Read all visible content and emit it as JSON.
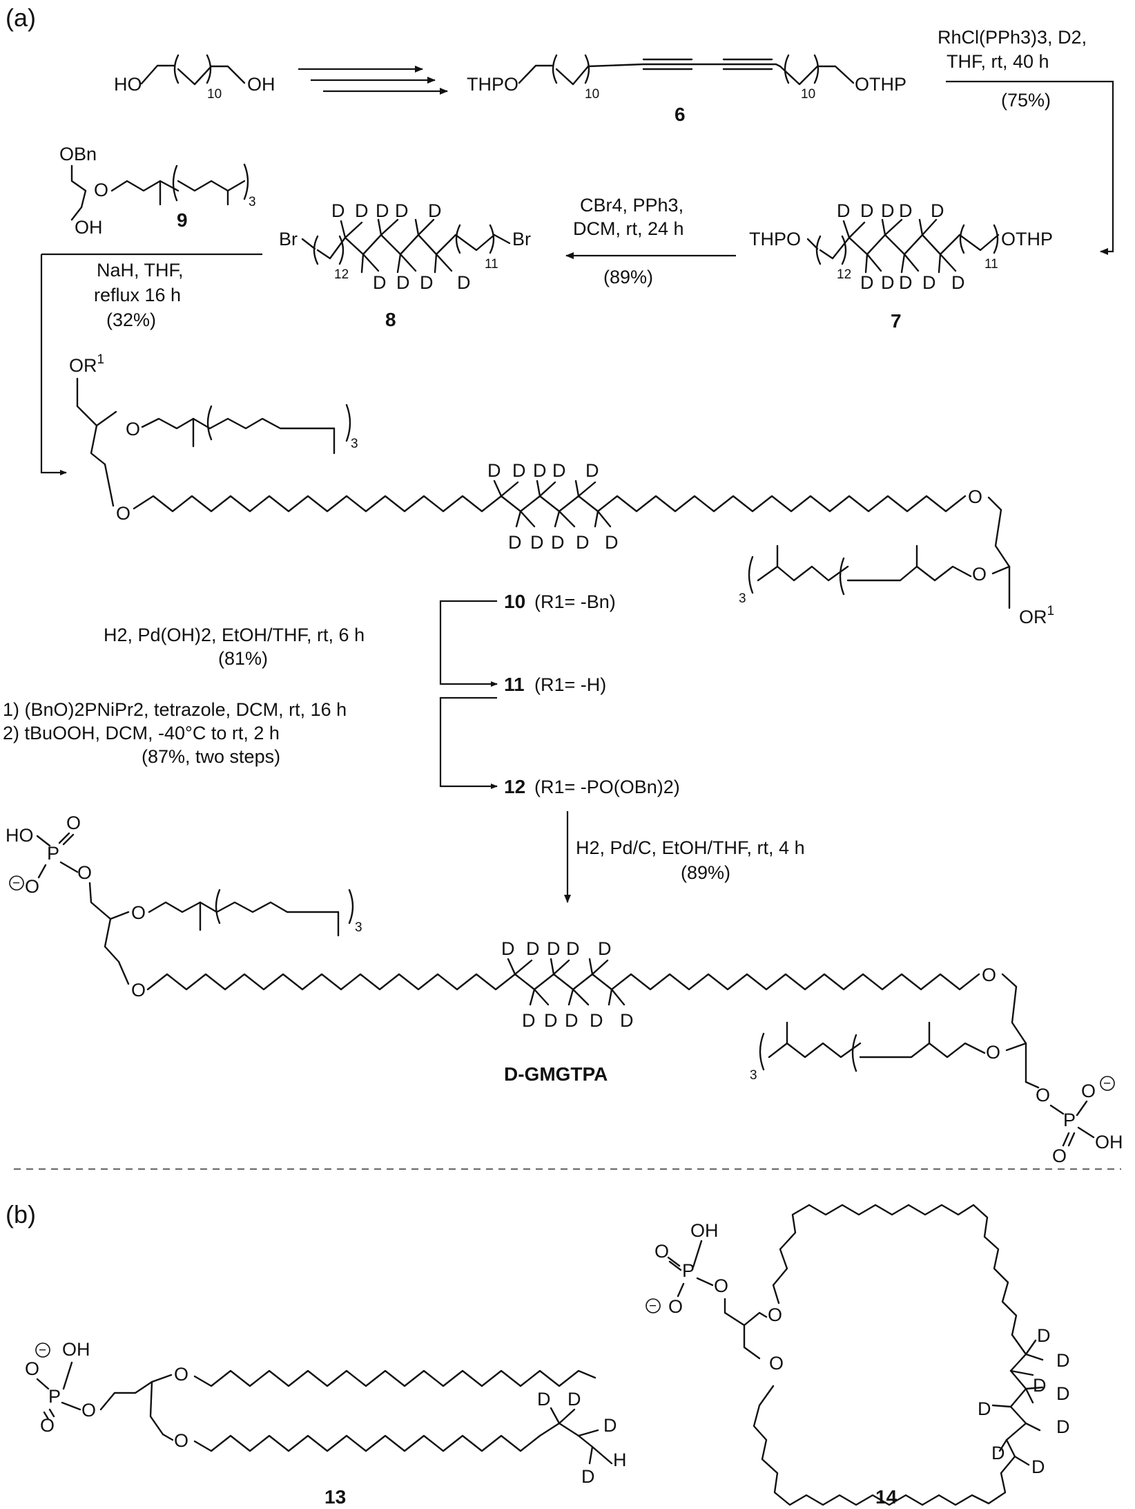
{
  "panels": {
    "a": "(a)",
    "b": "(b)"
  },
  "atoms": {
    "HO": "HO",
    "OH": "OH",
    "THPO": "THPO",
    "OTHP": "OTHP",
    "O": "O",
    "P": "P",
    "D": "D",
    "H": "H",
    "Br": "Br",
    "OBn": "OBn",
    "OR1": "OR",
    "sup1": "1",
    "minus": "−"
  },
  "subscripts": {
    "n10": "10",
    "n11": "11",
    "n12": "12",
    "n3": "3"
  },
  "compounds": {
    "c6": "6",
    "c7": "7",
    "c8": "8",
    "c9": "9",
    "c10": "10",
    "c11": "11",
    "c12": "12",
    "c13": "13",
    "c14": "14",
    "dgmgtpa": "D-GMGTPA"
  },
  "r_labels": {
    "r10": "(R1= -Bn)",
    "r11": "(R1= -H)",
    "r12": "(R1= -PO(OBn)2)"
  },
  "conditions": {
    "step1_l1": "RhCl(PPh3)3, D2,",
    "step1_l2": "THF, rt, 40 h",
    "step1_yield": "(75%)",
    "step2_l1": "CBr4, PPh3,",
    "step2_l2": "DCM, rt, 24 h",
    "step2_yield": "(89%)",
    "step3_l1": "NaH, THF,",
    "step3_l2": "reflux 16 h",
    "step3_yield": "(32%)",
    "step4_l1": "H2, Pd(OH)2, EtOH/THF, rt, 6 h",
    "step4_yield": "(81%)",
    "step5_l1": "1) (BnO)2PNiPr2, tetrazole, DCM, rt, 16 h",
    "step5_l2": "2) tBuOOH, DCM, -40°C to rt, 2 h",
    "step5_yield": "(87%, two steps)",
    "step6_l1": "H2, Pd/C, EtOH/THF, rt, 4 h",
    "step6_yield": "(89%)"
  }
}
